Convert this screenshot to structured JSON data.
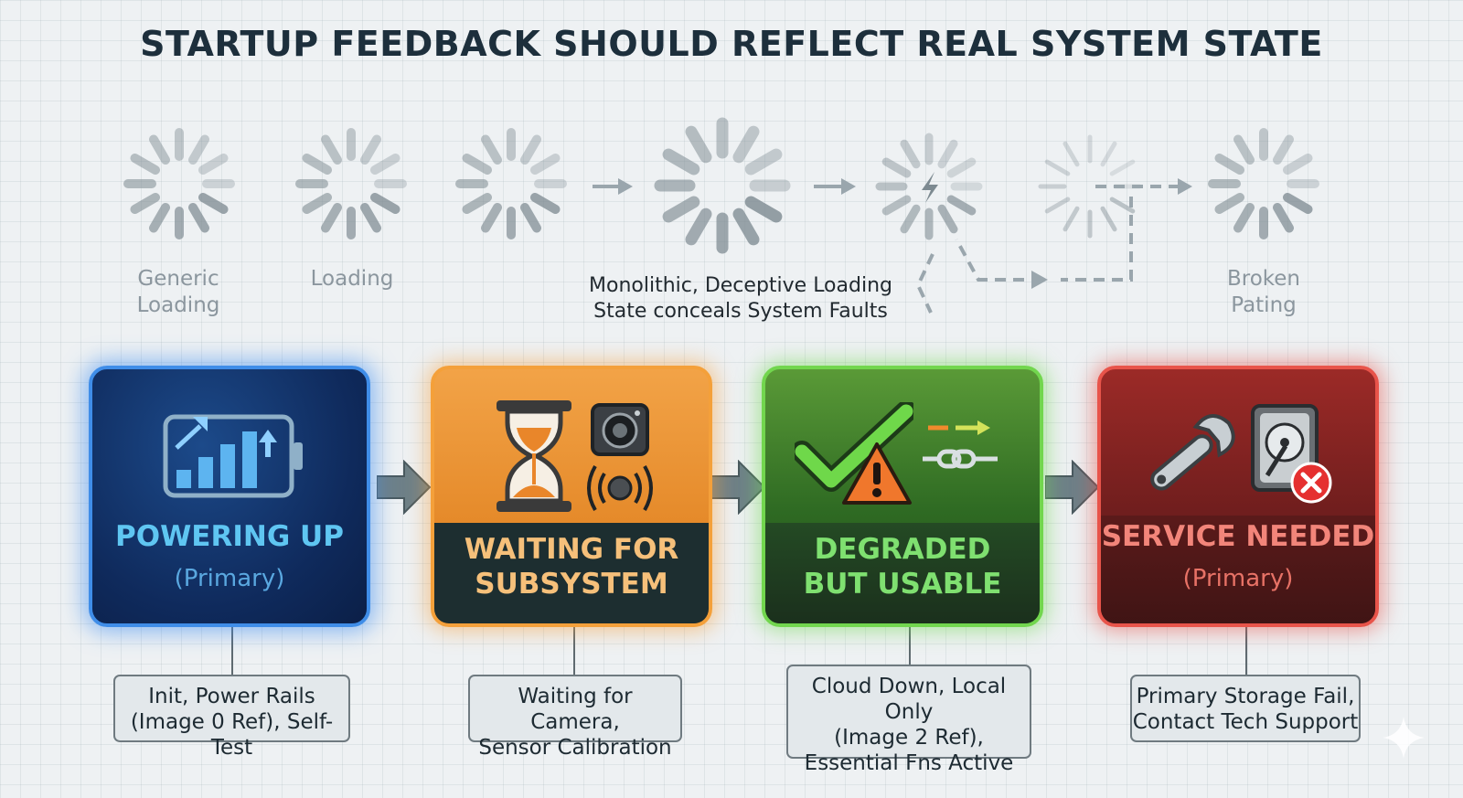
{
  "title": "STARTUP FEEDBACK SHOULD REFLECT REAL SYSTEM STATE",
  "top_row": {
    "labels": [
      {
        "lines": [
          "Generic",
          "Loading"
        ]
      },
      {
        "lines": [
          "Loading"
        ]
      },
      {
        "lines": [
          "Broken",
          "Pating"
        ]
      }
    ],
    "center_label": [
      "Monolithic, Deceptive Loading",
      "State conceals System Faults"
    ],
    "spinner_icons": [
      "spinner-icon",
      "spinner-icon",
      "spinner-icon",
      "spinner-icon",
      "broken-spinner-icon",
      "faded-spinner-icon",
      "spinner-icon"
    ]
  },
  "states": [
    {
      "id": "powering-up",
      "title_lines": [
        "POWERING UP"
      ],
      "subtitle": "(Primary)",
      "icon": "battery-charging-icon",
      "accent": "#3f8de8",
      "note_lines": [
        "Init, Power Rails",
        "(Image 0 Ref), Self-Test"
      ]
    },
    {
      "id": "waiting-for-subsystem",
      "title_lines": [
        "WAITING FOR",
        "SUBSYSTEM"
      ],
      "icons": [
        "hourglass-icon",
        "camera-icon",
        "sensor-icon"
      ],
      "accent": "#f4a03a",
      "note_lines": [
        "Waiting for Camera,",
        "Sensor Calibration"
      ]
    },
    {
      "id": "degraded-but-usable",
      "title_lines": [
        "DEGRADED",
        "BUT USABLE"
      ],
      "icons": [
        "check-icon",
        "warning-icon",
        "link-icon"
      ],
      "accent": "#72d64e",
      "note_lines": [
        "Cloud Down, Local Only",
        "(Image 2 Ref),",
        "Essential Fns Active"
      ]
    },
    {
      "id": "service-needed",
      "title_lines": [
        "SERVICE NEEDED"
      ],
      "subtitle": "(Primary)",
      "icons": [
        "wrench-icon",
        "hard-drive-icon",
        "error-icon"
      ],
      "accent": "#e8544a",
      "note_lines": [
        "Primary Storage Fail,",
        "Contact Tech Support"
      ]
    }
  ]
}
